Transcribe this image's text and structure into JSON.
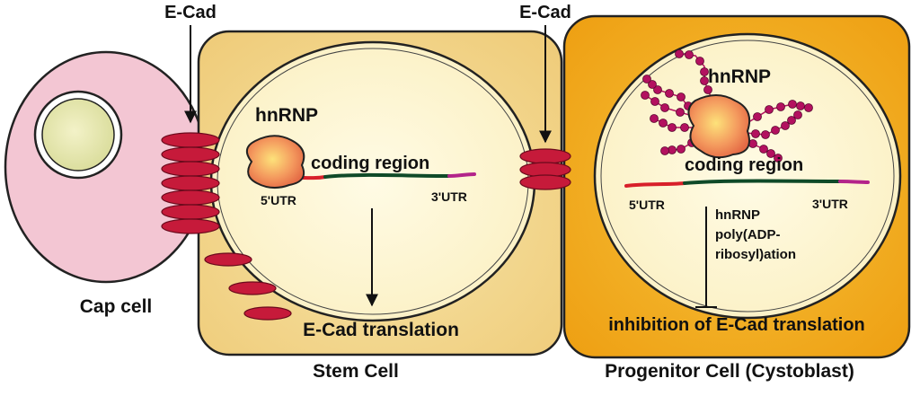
{
  "labels": {
    "ecad_left": "E-Cad",
    "ecad_middle": "E-Cad",
    "cap_cell": "Cap cell",
    "stem_cell": "Stem Cell",
    "progenitor_cell": "Progenitor Cell (Cystoblast)",
    "stem_hnrnp": "hnRNP",
    "stem_coding": "coding region",
    "stem_utr5": "5'UTR",
    "stem_utr3": "3'UTR",
    "stem_translation": "E-Cad translation",
    "prog_hnrnp": "hnRNP",
    "prog_coding": "coding region",
    "prog_utr5": "5'UTR",
    "prog_utr3": "3'UTR",
    "prog_mod_line1": "hnRNP",
    "prog_mod_line2": "poly(ADP-",
    "prog_mod_line3": "ribosyl)ation",
    "prog_inhibition": "inhibition of E-Cad translation"
  },
  "colors": {
    "cap_cell": "#f3c6d3",
    "stem_cell": "#f4dc93",
    "progenitor_cell": "#f2b21c",
    "nucleus": "#fdf7d5",
    "ecad": "#c61a3a",
    "utr5": "#d8202a",
    "coding": "#0f4a28",
    "utr3": "#b3248a",
    "par_beads": "#b3115f",
    "hnrnp": "#f08a55"
  }
}
